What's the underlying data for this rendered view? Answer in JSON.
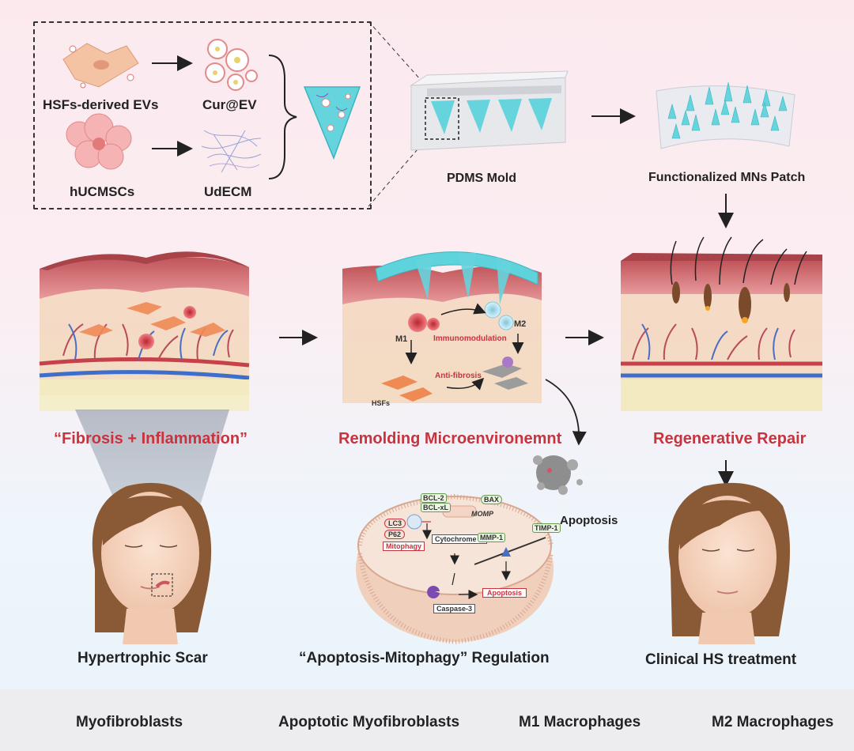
{
  "top": {
    "hsfs_evs": "HSFs-derived EVs",
    "cur_ev": "Cur@EV",
    "hucmscs": "hUCMSCs",
    "udecm": "UdECM",
    "pdms_mold": "PDMS Mold",
    "mns_patch": "Functionalized MNs Patch"
  },
  "middle": {
    "fibrosis": "“Fibrosis + Inflammation”",
    "remolding": "Remolding Microenvironemnt",
    "regenerative": "Regenerative Repair",
    "m1": "M1",
    "m2": "M2",
    "immunomodulation": "Immunomodulation",
    "antifibrosis": "Anti-fibrosis",
    "hsfs": "HSFs",
    "apoptosis": "Apoptosis"
  },
  "mechanism": {
    "bcl2": "BCL-2",
    "bclxl": "BCL-xL",
    "bax": "BAX",
    "momp": "MOMP",
    "lc3": "LC3",
    "p62": "P62",
    "mitophagy": "Mitophagy",
    "cytochrome": "Cytochrome C",
    "timp1": "TIMP-1",
    "mmp1": "MMP-1",
    "apoptosis_box": "Apoptosis",
    "caspase3": "Caspase-3"
  },
  "bottom": {
    "hypertrophic": "Hypertrophic Scar",
    "regulation": "“Apoptosis-Mitophagy” Regulation",
    "clinical": "Clinical HS treatment"
  },
  "legend": {
    "myofibroblasts": "Myofibroblasts",
    "apoptotic": "Apoptotic Myofibroblasts",
    "m1": "M1 Macrophages",
    "m2": "M2 Macrophages"
  },
  "colors": {
    "accent_red": "#c8333d",
    "skin_top": "#b94a50",
    "mn_cyan": "#5fd3dc"
  }
}
